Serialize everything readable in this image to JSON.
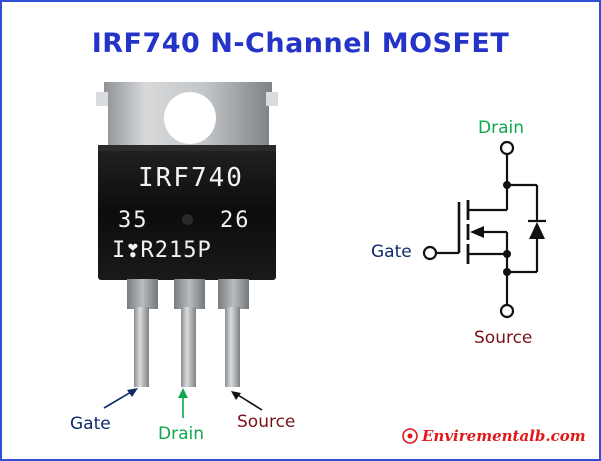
{
  "title": "IRF740 N-Channel MOSFET",
  "package": {
    "part_number": "IRF740",
    "code_left": "35",
    "code_right": "26",
    "mfr_line": "I❣R215P"
  },
  "package_pins": {
    "gate": "Gate",
    "drain": "Drain",
    "source": "Source"
  },
  "symbol": {
    "drain": "Drain",
    "gate": "Gate",
    "source": "Source"
  },
  "watermark": "Envirementalb.com",
  "colors": {
    "title": "#2434c8",
    "border": "#2e4fd6",
    "gate": "#0d2a6b",
    "drain": "#0fa84a",
    "source": "#7a1219",
    "watermark": "#e01818"
  }
}
